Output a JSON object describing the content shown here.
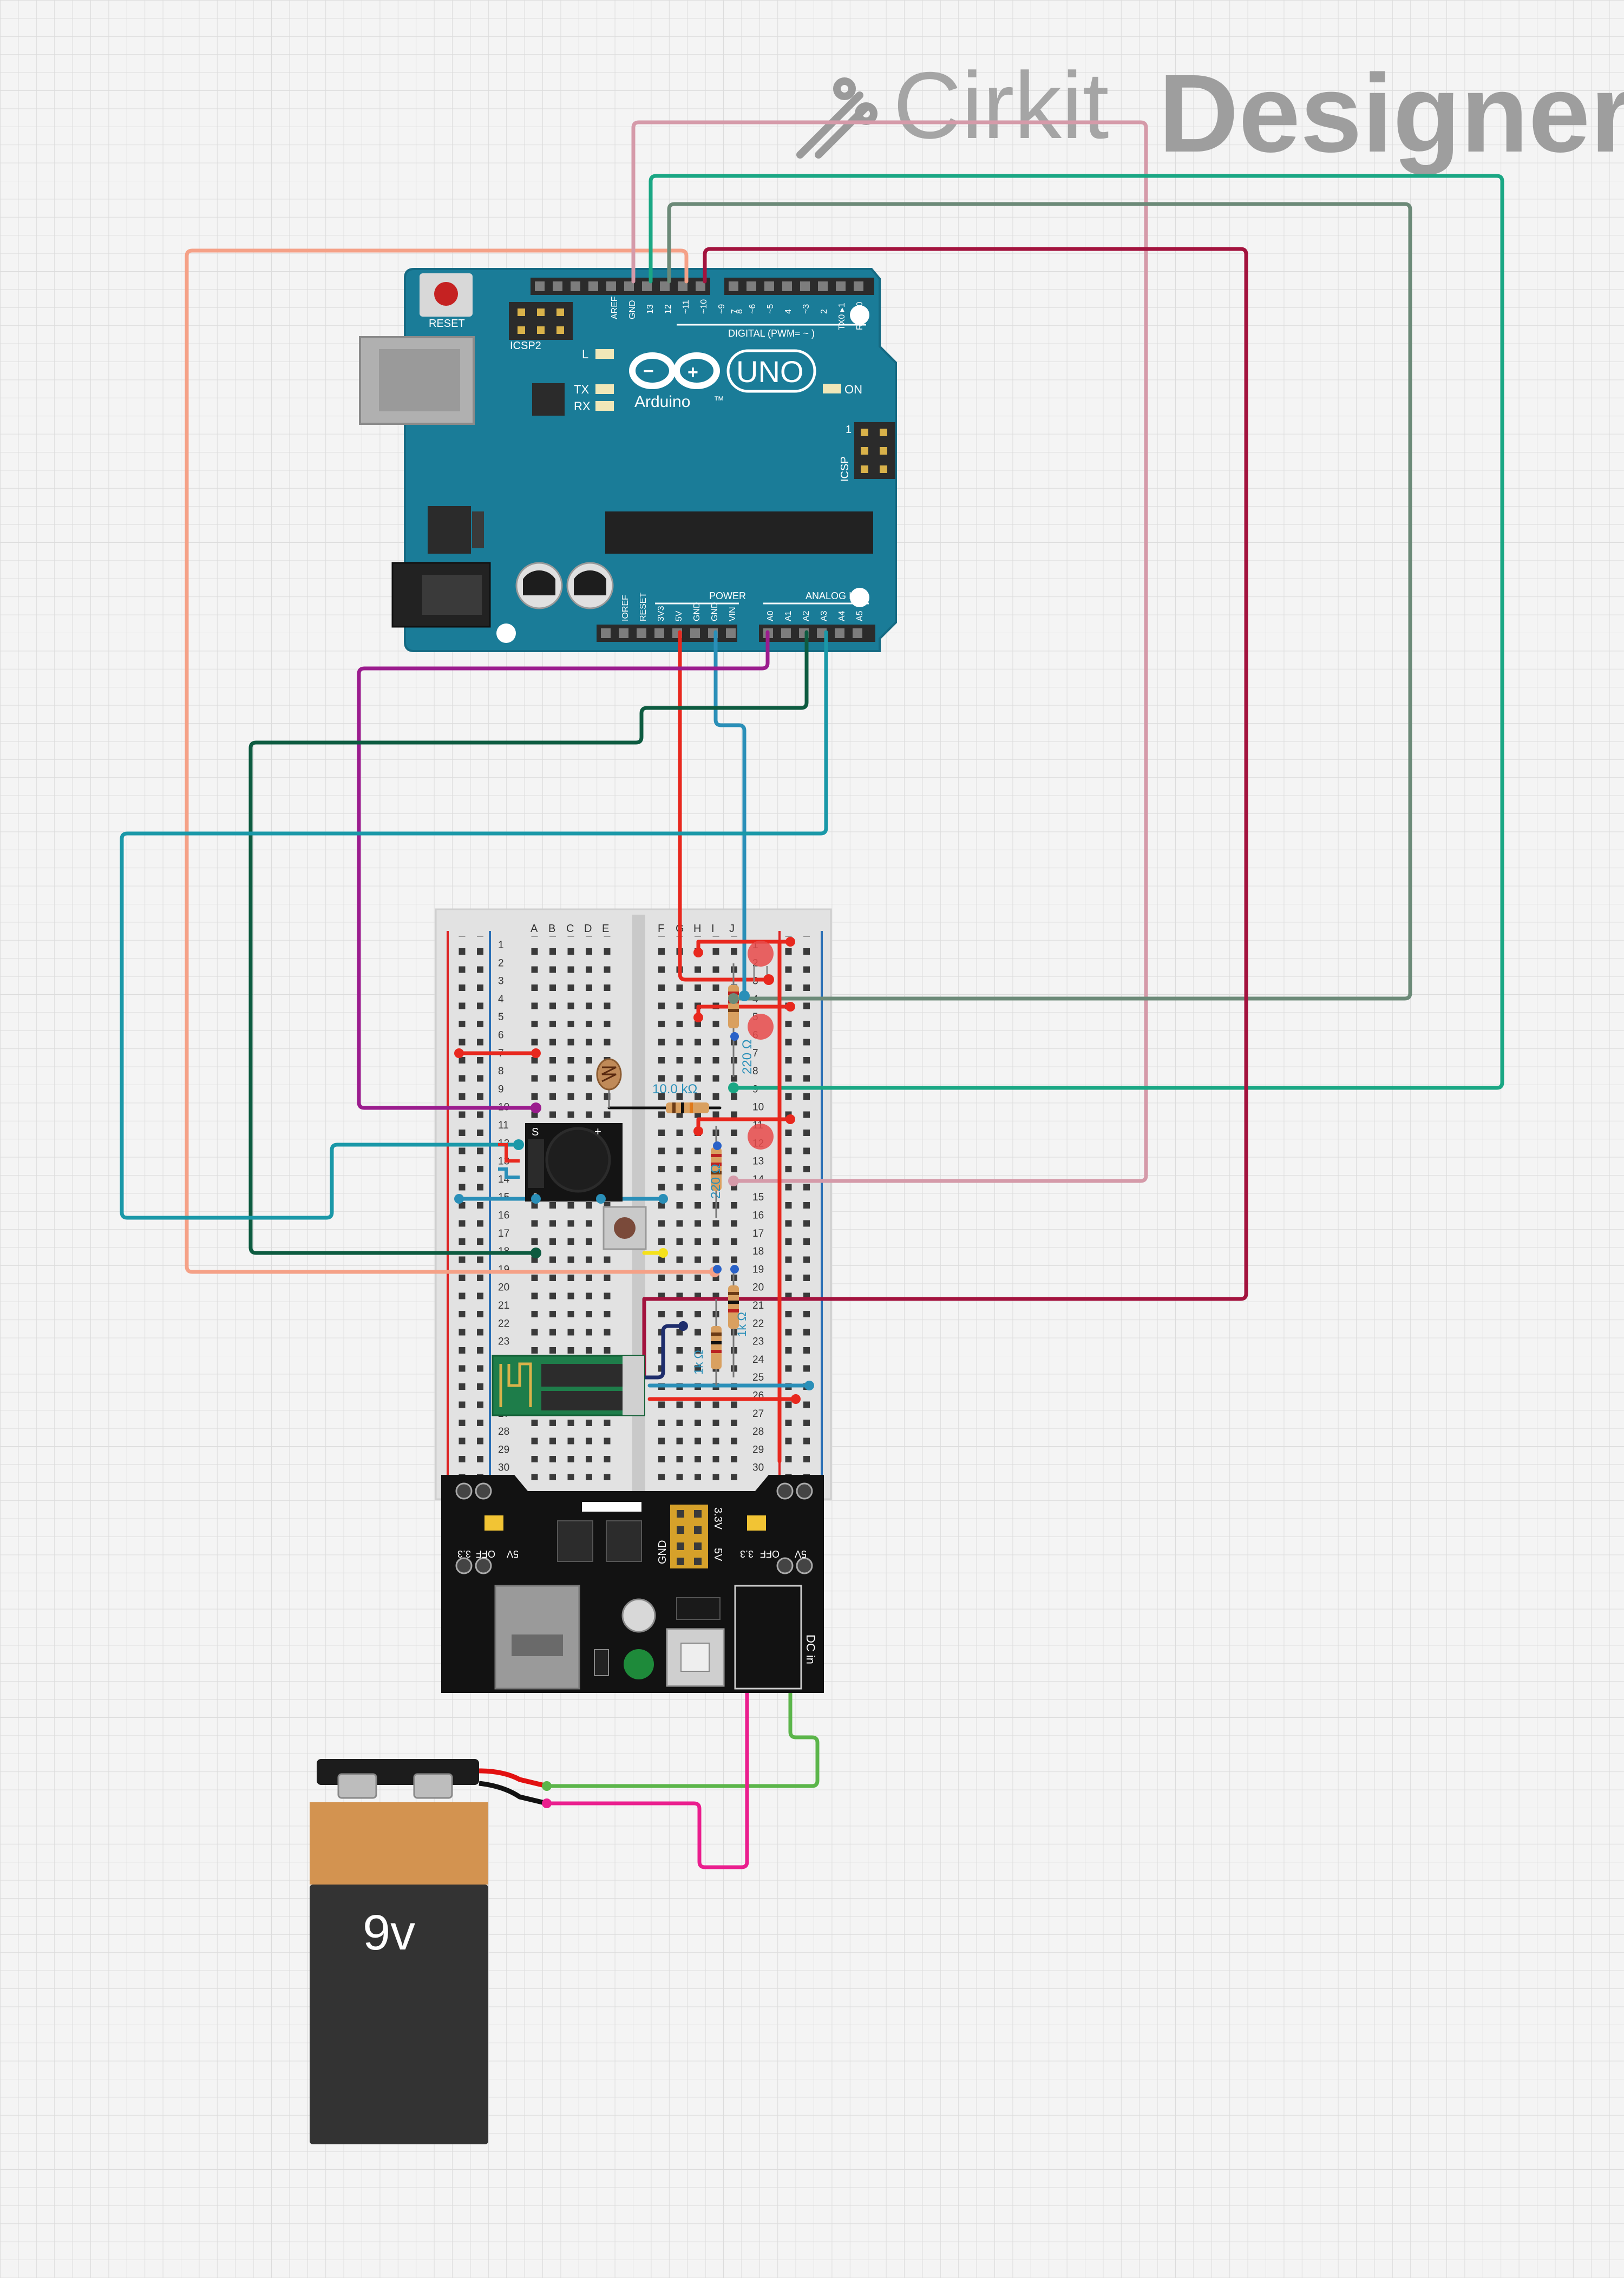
{
  "watermark": {
    "brand_light": "Cirkit",
    "brand_bold": "Designer"
  },
  "arduino": {
    "reset_label": "RESET",
    "icsp2_label": "ICSP2",
    "icsp_label": "ICSP",
    "icsp_pin1": "1",
    "led_l": "L",
    "led_tx": "TX",
    "led_rx": "RX",
    "on_label": "ON",
    "brand": "Arduino",
    "model": "UNO",
    "tm": "™",
    "digital_label": "DIGITAL (PWM= ~ )",
    "power_label": "POWER",
    "analog_label": "ANALOG IN",
    "header_digital_left": [
      "AREF",
      "GND",
      "13",
      "12",
      "~11",
      "~10",
      "~9",
      "8"
    ],
    "header_digital_right": [
      "7",
      "~6",
      "~5",
      "4",
      "~3",
      "2",
      "TX0 ▸1",
      "RX0 ◂0"
    ],
    "header_power": [
      "IOREF",
      "RESET",
      "3V3",
      "5V",
      "GND",
      "GND",
      "VIN"
    ],
    "header_analog": [
      "A0",
      "A1",
      "A2",
      "A3",
      "A4",
      "A5"
    ]
  },
  "breadboard": {
    "col_letters_left": [
      "A",
      "B",
      "C",
      "D",
      "E"
    ],
    "col_letters_right": [
      "F",
      "G",
      "H",
      "I",
      "J"
    ],
    "rows": [
      "1",
      "2",
      "3",
      "4",
      "5",
      "6",
      "7",
      "8",
      "9",
      "10",
      "11",
      "12",
      "13",
      "14",
      "15",
      "16",
      "17",
      "18",
      "19",
      "20",
      "21",
      "22",
      "23",
      "24",
      "25",
      "26",
      "27",
      "28",
      "29",
      "30"
    ]
  },
  "resistors": {
    "r_ldr": "10.0 kΩ",
    "r_led1": "220 Ω",
    "r_led2": "220 Ω",
    "r_divider1": "1k Ω",
    "r_divider2": "1k Ω"
  },
  "buzzer": {
    "s_label": "S",
    "plus": "+",
    "minus": "-"
  },
  "power_module": {
    "left_jumper": [
      "5V",
      "OFF",
      "3.3"
    ],
    "right_jumper": [
      "3.3",
      "OFF",
      "5V"
    ],
    "mid_labels": [
      "3.3V",
      "5V"
    ],
    "gnd_label": "GND",
    "dc_label": "DC in"
  },
  "battery": {
    "label": "9v"
  },
  "colors": {
    "arduino": "#1a7c98",
    "wire_red": "#e8281e",
    "wire_salmon": "#f5a187",
    "wire_rose": "#d59aa9",
    "wire_teal": "#1aa784",
    "wire_sage": "#6c8a78",
    "wire_crimson": "#a3133e",
    "wire_purple": "#9b1c8e",
    "wire_darkgreen": "#0d5b40",
    "wire_cyan": "#1a98a8",
    "wire_lightblue": "#2a8fb8",
    "wire_green": "#5bb54a",
    "wire_magenta": "#ea1e8e",
    "wire_navy": "#1e2d6c"
  }
}
